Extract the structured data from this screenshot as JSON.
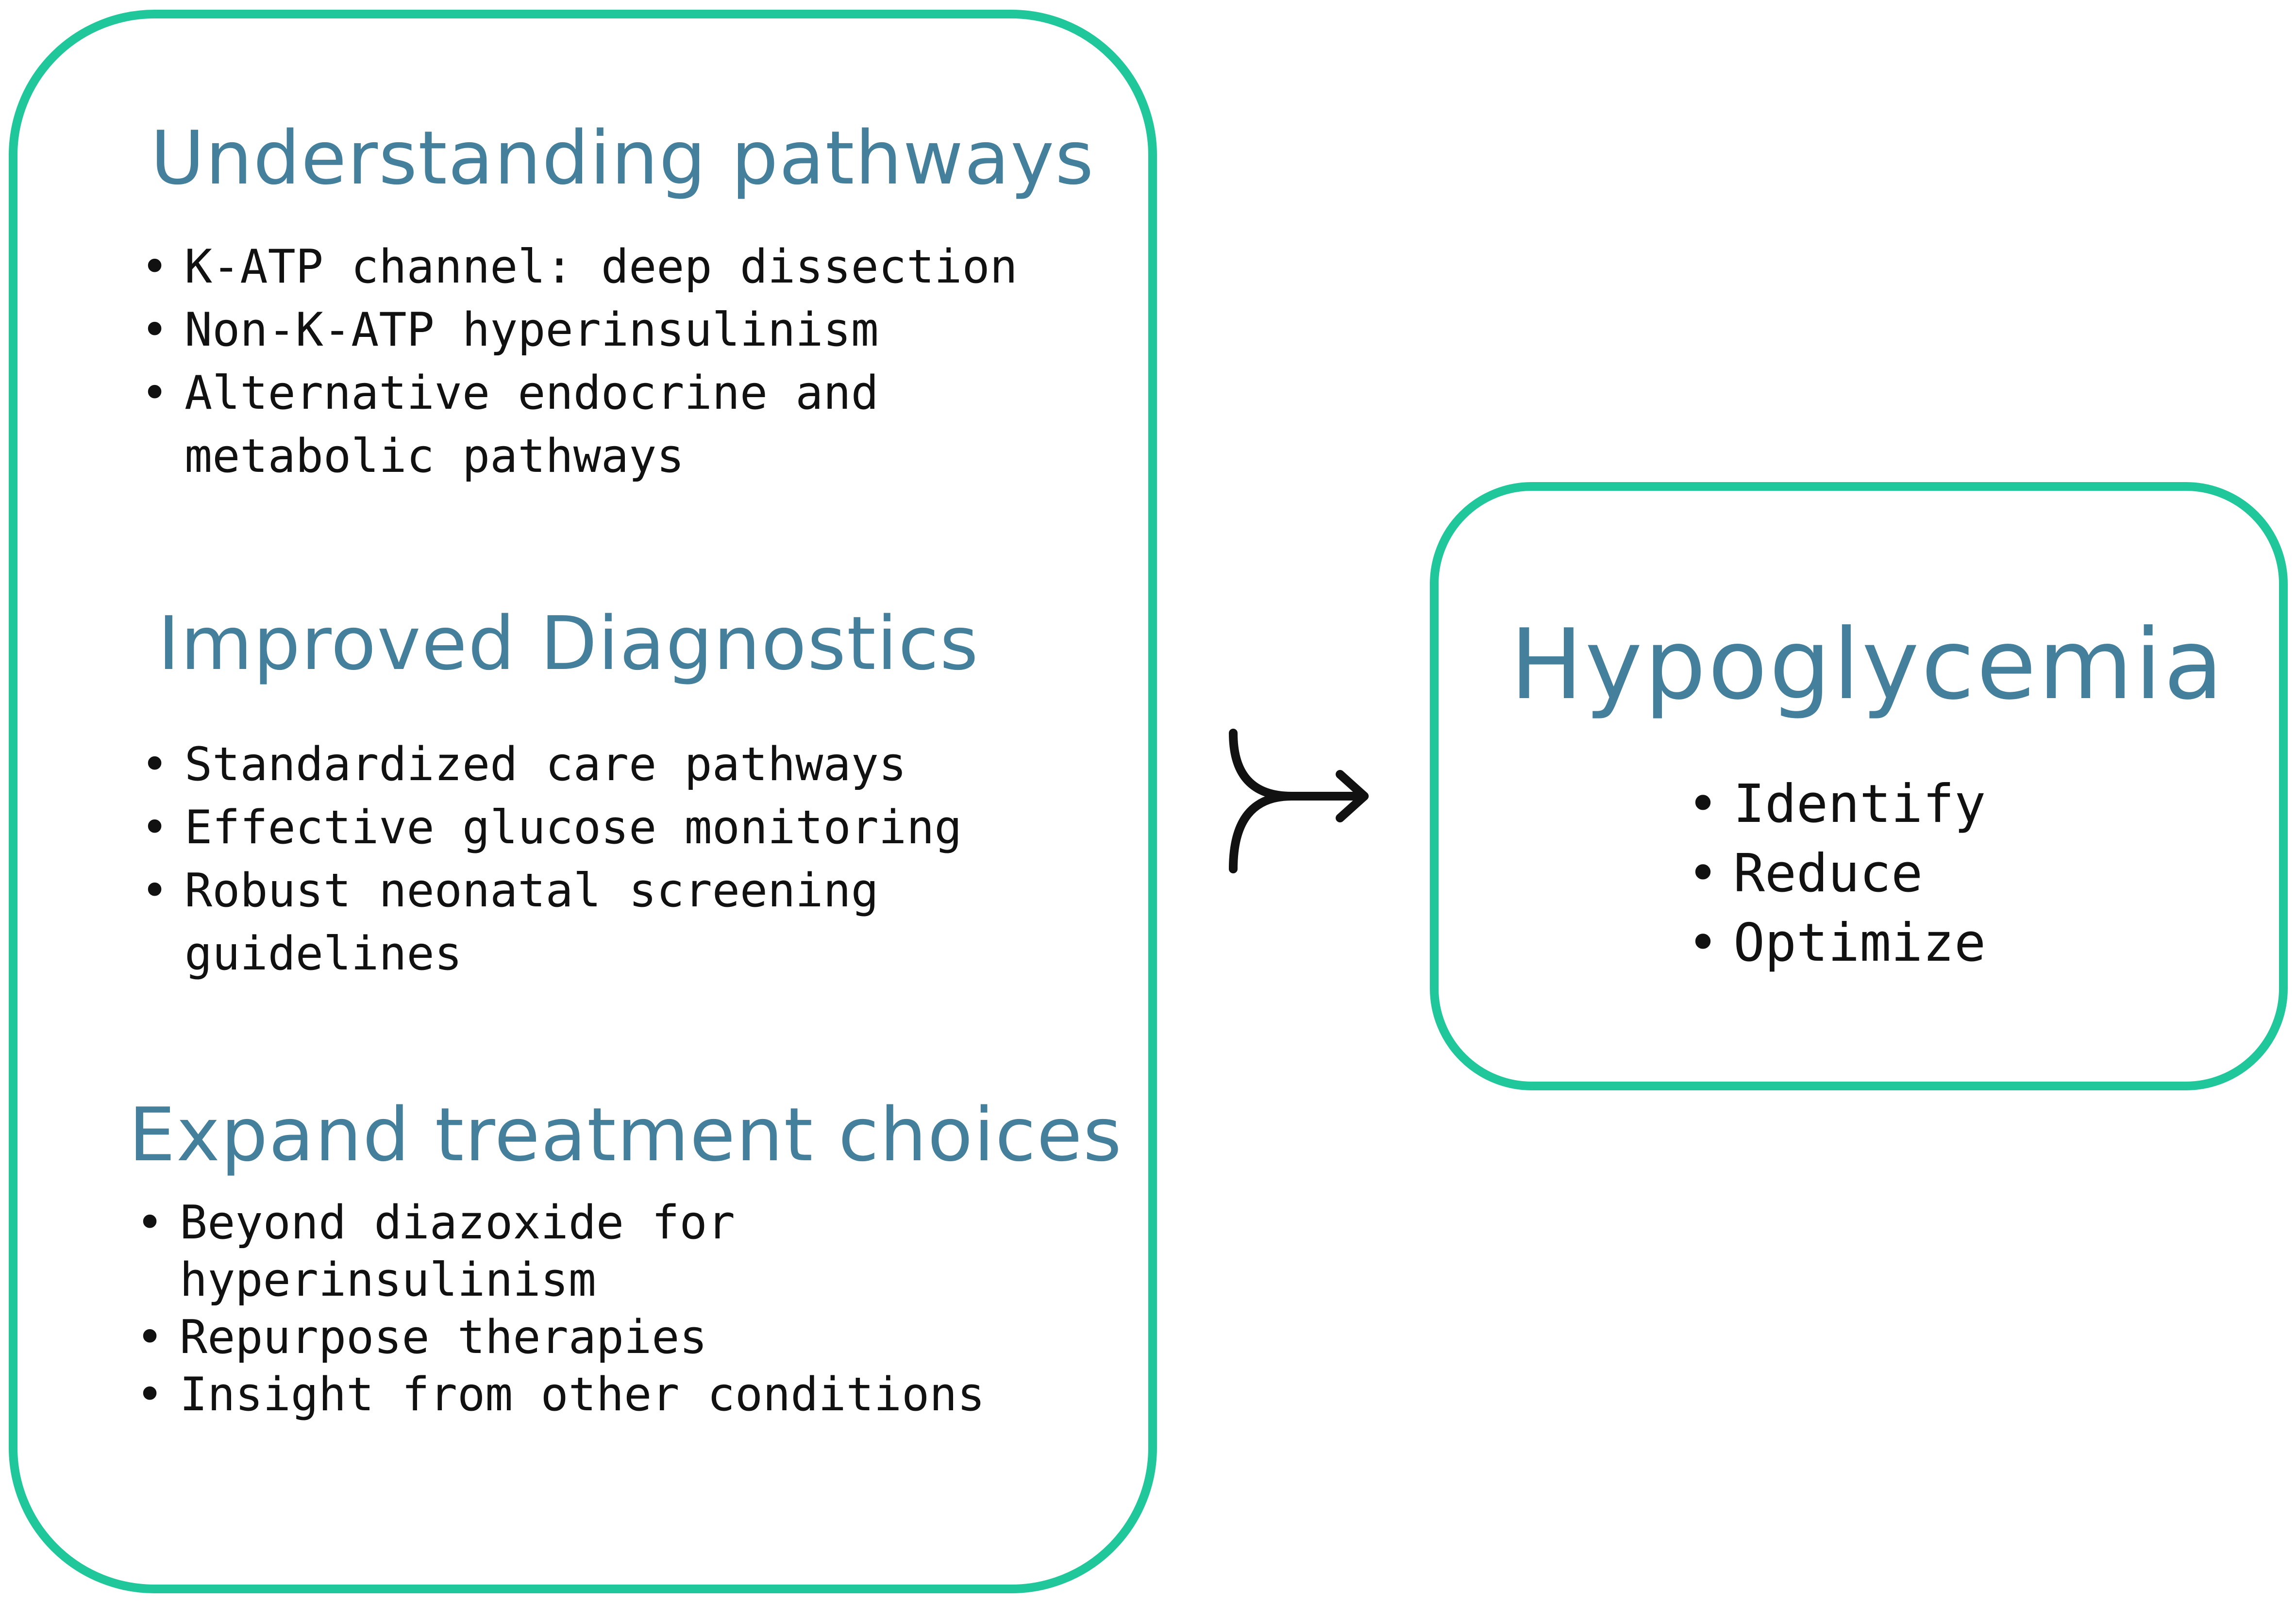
{
  "colors": {
    "border": "#1fc79b",
    "heading": "#447f9c",
    "text": "#111111",
    "arrow": "#111111"
  },
  "left_panel": {
    "sections": [
      {
        "heading": "Understanding pathways",
        "items": [
          [
            "K-ATP channel: deep dissection"
          ],
          [
            "Non-K-ATP hyperinsulinism"
          ],
          [
            "Alternative endocrine and",
            "metabolic pathways"
          ]
        ]
      },
      {
        "heading": "Improved Diagnostics",
        "items": [
          [
            "Standardized care pathways"
          ],
          [
            "Effective glucose monitoring"
          ],
          [
            "Robust neonatal screening",
            "guidelines"
          ]
        ]
      },
      {
        "heading": "Expand treatment choices",
        "items": [
          [
            "Beyond diazoxide for",
            "hyperinsulinism"
          ],
          [
            "Repurpose therapies"
          ],
          [
            "Insight from other conditions"
          ]
        ]
      }
    ]
  },
  "connector": {
    "icon": "merge-arrow-icon"
  },
  "right_panel": {
    "heading": "Hypoglycemia",
    "items": [
      "Identify",
      "Reduce",
      "Optimize"
    ]
  }
}
